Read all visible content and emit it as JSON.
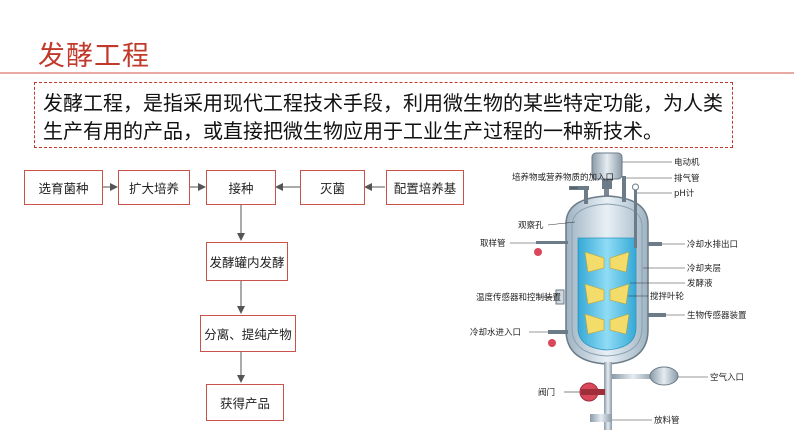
{
  "page": {
    "title": "发酵工程",
    "definition": "发酵工程，是指采用现代工程技术手段，利用微生物的某些特定功能，为人类生产有用的产品，或直接把微生物应用于工业生产过程的一种新技术。"
  },
  "flowchart": {
    "steps": [
      "选育菌种",
      "扩大培养",
      "接种",
      "灭菌",
      "配置培养基",
      "发酵罐内发酵",
      "分离、提纯产物",
      "获得产品"
    ]
  },
  "fermenter": {
    "labels": {
      "motor": "电动机",
      "feed_inlet": "培养物或营养物质的加入口",
      "exhaust": "排气管",
      "ph": "pH计",
      "observation": "观察孔",
      "sampling": "取样管",
      "coolant_out": "冷却水排出口",
      "jacket": "冷却夹层",
      "broth": "发酵液",
      "temp_sensor": "温度传感器和控制装置",
      "impeller": "搅拌叶轮",
      "bio_sensor": "生物传感器装置",
      "coolant_in": "冷却水进入口",
      "air_in": "空气入口",
      "valve": "阀门",
      "discharge": "放料管"
    },
    "colors": {
      "shell": "#c7d7e3",
      "broth": "#54c6ea",
      "impeller": "#f3dc6a",
      "valve": "#d9485a",
      "accent": "#c0392b"
    }
  }
}
